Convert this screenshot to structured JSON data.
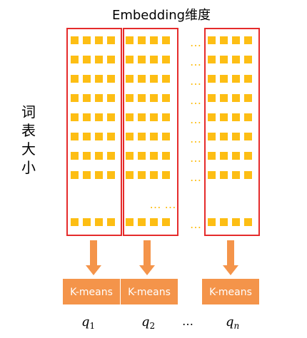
{
  "title": "Embedding维度",
  "side_label": [
    "词",
    "表",
    "大",
    "小"
  ],
  "ellipsis": "…",
  "ellipsis_mid": "… …",
  "kmeans_label": "K-means",
  "q_labels": [
    {
      "base": "q",
      "sub": "1"
    },
    {
      "base": "q",
      "sub": "2"
    },
    {
      "base": "q",
      "sub": "n"
    }
  ],
  "colors": {
    "square": "#FDBE14",
    "box": "#E52B2B",
    "arrow": "#F4944A",
    "kmeans_bg": "#F4944A",
    "kmeans_text": "#ffffff",
    "text": "#000000"
  }
}
